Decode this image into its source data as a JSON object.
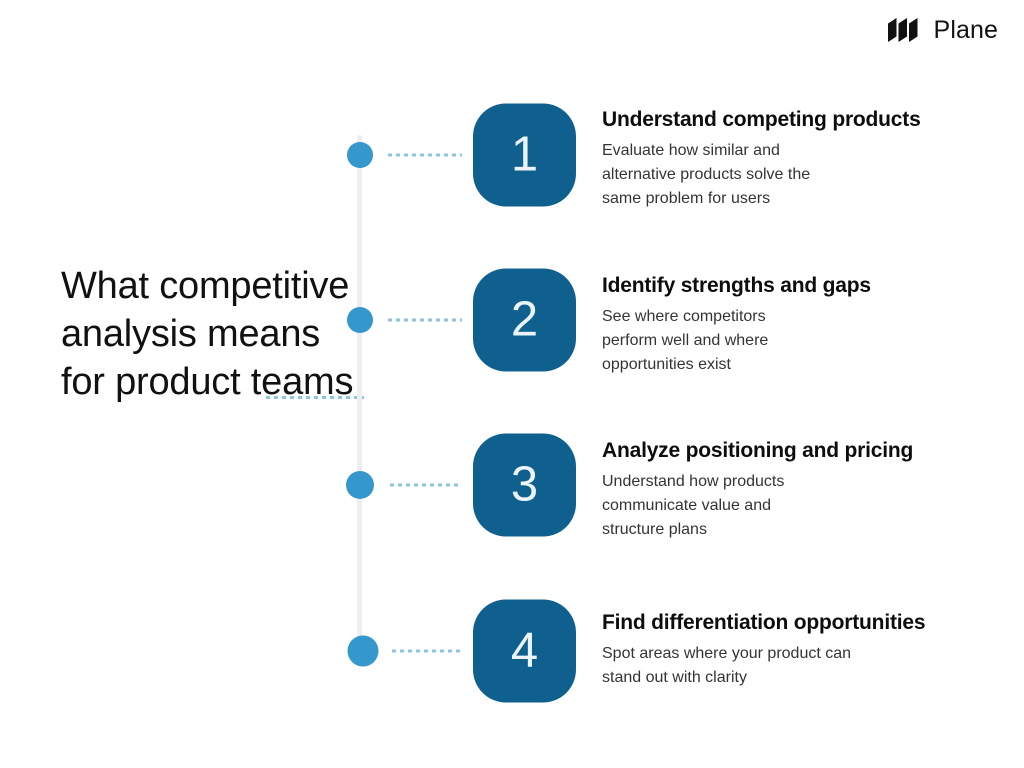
{
  "brand": {
    "name": "Plane",
    "logo_icon": "plane-logo-icon",
    "color": "#111111"
  },
  "title": "What competitive analysis means for product teams",
  "theme": {
    "badge_color": "#10608f",
    "node_color": "#3498cd",
    "spine_color": "#edeeef",
    "dotted_line_color": "#8fc4e0",
    "background": "#ffffff",
    "heading_color": "#0d0d0d",
    "body_color": "#343434"
  },
  "steps": [
    {
      "number": "1",
      "heading": "Understand competing products",
      "description": "Evaluate how similar and\nalternative products solve the\nsame problem for users"
    },
    {
      "number": "2",
      "heading": "Identify strengths and gaps",
      "description": "See where competitors\nperform well and where\nopportunities exist"
    },
    {
      "number": "3",
      "heading": "Analyze positioning and pricing",
      "description": "Understand how products\ncommunicate value and\nstructure plans"
    },
    {
      "number": "4",
      "heading": "Find differentiation opportunities",
      "description": "Spot areas where your product can\nstand out with clarity"
    }
  ]
}
